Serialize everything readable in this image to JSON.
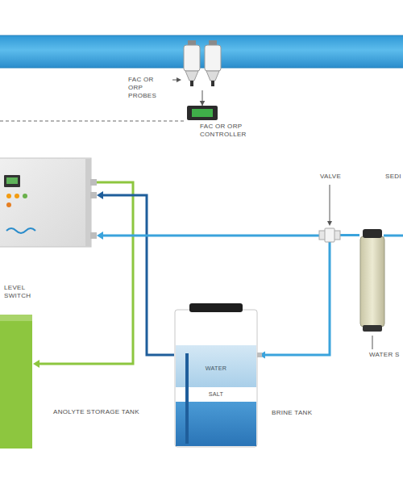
{
  "diagram": {
    "nodes": [
      {
        "text": [
          "FAC OR ORP PROBES"
        ]
      },
      {
        "text": [
          "FAC OR ORP CONTROLLER"
        ]
      },
      {
        "text": [
          "VALVE"
        ]
      },
      {
        "text": [
          "WATER S"
        ]
      },
      {
        "text": [
          "ANOLYTE STORAGE TANK"
        ]
      },
      {
        "text": [
          "WATER",
          "SALT",
          "BRINE TANK"
        ]
      }
    ],
    "edges": [
      {
        "from": 0,
        "to": 1,
        "arrow": "to"
      },
      {
        "from": 3,
        "to": 2,
        "arrow": "none"
      },
      {
        "from": 2,
        "to": 5,
        "arrow": "to"
      }
    ],
    "labels": [
      "LEVEL SWITCH",
      "SEDI"
    ]
  }
}
